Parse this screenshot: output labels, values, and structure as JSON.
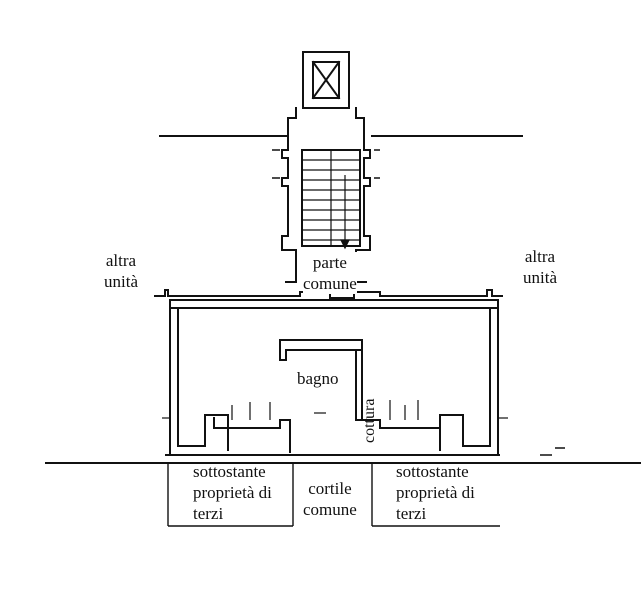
{
  "labels": {
    "altra_left": [
      "altra",
      "unità"
    ],
    "altra_right": [
      "altra",
      "unità"
    ],
    "parte_comune": [
      "parte",
      "comune"
    ],
    "bagno": "bagno",
    "cottura": "cottura",
    "sottostante_left": [
      "sottostante",
      "proprietà di",
      "terzi"
    ],
    "sottostante_right": [
      "sottostante",
      "proprietà di",
      "terzi"
    ],
    "cortile": [
      "cortile",
      "comune"
    ]
  },
  "colors": {
    "line": "#111111",
    "paper": "#ffffff"
  }
}
